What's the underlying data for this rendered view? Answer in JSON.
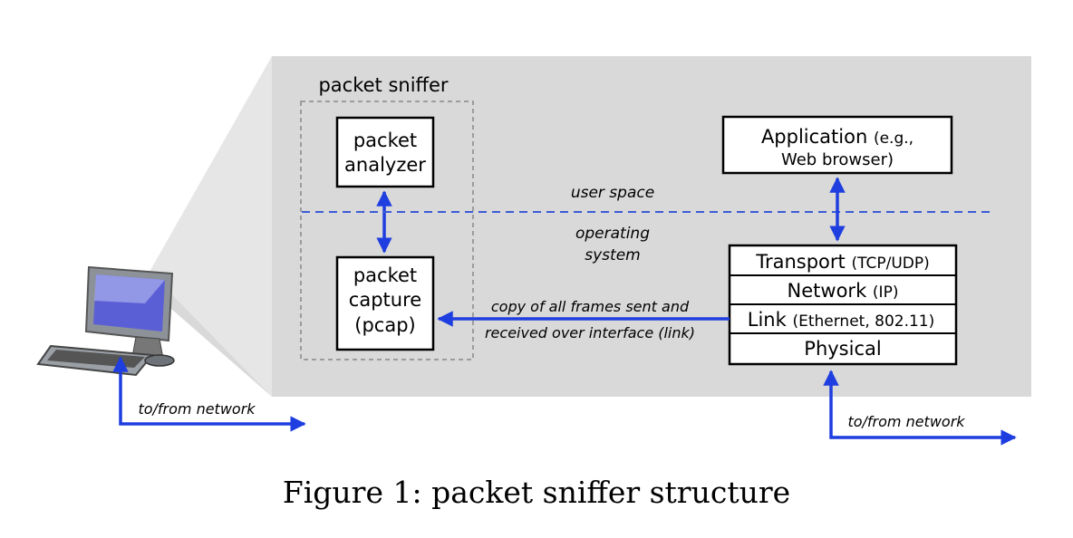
{
  "sniffer": {
    "title": "packet sniffer",
    "analyzer": [
      "packet",
      "analyzer"
    ],
    "capture": [
      "packet",
      "capture",
      "(pcap)"
    ]
  },
  "application": {
    "line1_main": "Application",
    "line1_small": "(e.g.,",
    "line2": "Web browser)"
  },
  "labels": {
    "user_space": "user space",
    "operating_system": [
      "operating",
      "system"
    ],
    "copy_frames": [
      "copy of all frames sent and",
      "received over interface (link)"
    ],
    "to_from_network_left": "to/from network",
    "to_from_network_right": "to/from network"
  },
  "stack": [
    {
      "main": "Transport",
      "small": "(TCP/UDP)"
    },
    {
      "main": "Network",
      "small": "(IP)"
    },
    {
      "main": "Link",
      "small": "(Ethernet, 802.11)"
    },
    {
      "main": "Physical",
      "small": ""
    }
  ],
  "caption": "Figure 1: packet sniffer structure",
  "colors": {
    "panel": "#d9d9d9",
    "arrow": "#1f3ee0",
    "divider": "#3b5bd6",
    "dashed_box": "#888888"
  },
  "icons": [
    "computer-icon"
  ]
}
